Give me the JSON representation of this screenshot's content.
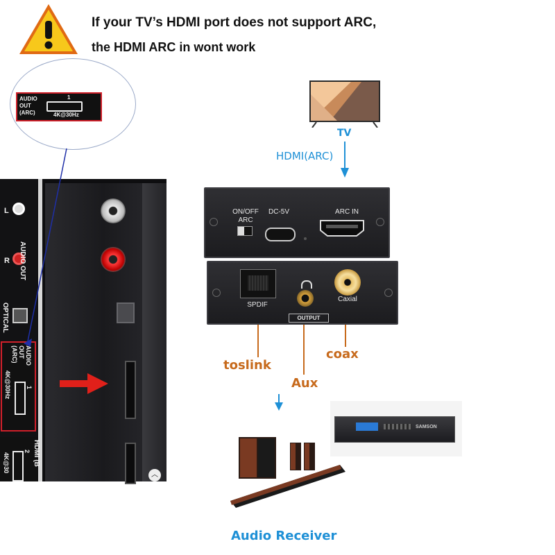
{
  "warning": {
    "line1": "If your TV’s HDMI port does not support ARC,",
    "line2": "the HDMI ARC in wont work",
    "icon": "warning-icon"
  },
  "zoom_port": {
    "audio": "AUDIO",
    "out": "OUT",
    "arc": "(ARC)",
    "number": "1",
    "resolution": "4K@30Hz"
  },
  "tv_panel": {
    "left_label": "L",
    "right_label": "R",
    "audio_out": "AUDIO OUT",
    "optical": "OPTICAL",
    "arc_audio": "AUDIO",
    "arc_out": "OUT",
    "arc_arc": "(ARC)",
    "arc_res": "4K@30Hz",
    "arc_num": "1",
    "hdmi2": "HDMI (B",
    "hdmi2_num": "2",
    "hdmi2_res": "4K@30"
  },
  "tv": {
    "label": "TV"
  },
  "hdmi_arc_label": "HDMI(ARC)",
  "device_front": {
    "switch_label": "ON/OFF",
    "switch_sub": "ARC",
    "power_label": "DC-5V",
    "arc_in_label": "ARC IN"
  },
  "device_back": {
    "spdif_label": "SPDIF",
    "coaxial_label": "Caxial",
    "output_label": "OUTPUT"
  },
  "outputs": {
    "toslink": "toslink",
    "aux": "Aux",
    "coax": "coax"
  },
  "receiver": {
    "label": "Audio Receiver",
    "brand": "SAMSON"
  },
  "colors": {
    "blue": "#1e90d6",
    "orange": "#c76a1c",
    "warning_yellow": "#f5c518",
    "arrow_red": "#e0201a"
  }
}
